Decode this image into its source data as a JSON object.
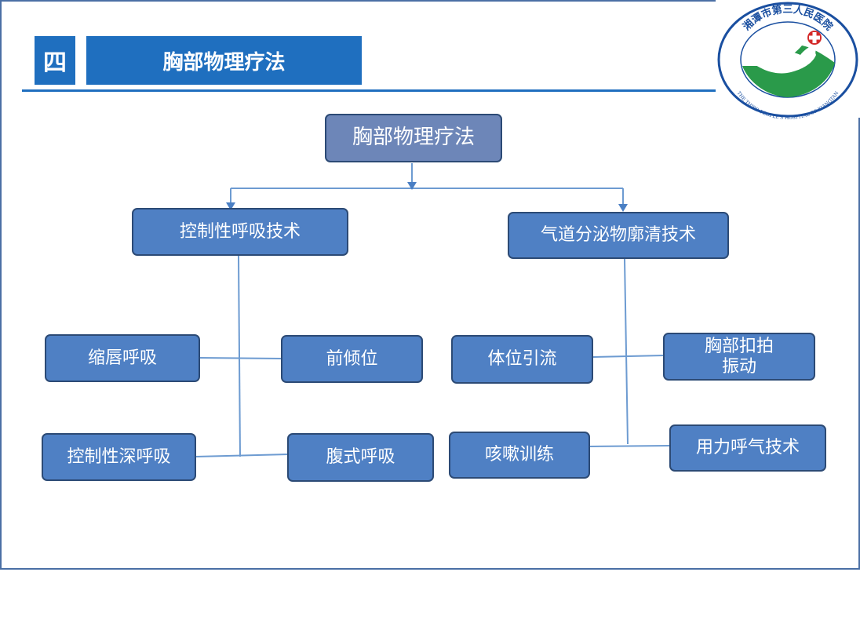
{
  "header": {
    "section_number": "四",
    "title": "胸部物理疗法"
  },
  "logo": {
    "ring_text_top": "湘潭市第三人民医院",
    "ring_text_bottom": "THE THIRD PEOPLE'S HOSPITAL OF XIANGTAN",
    "colors": {
      "ring": "#1a4fa0",
      "dove_field": "#2a9a4a",
      "cross": "#d42a2a"
    }
  },
  "diagram": {
    "root": "胸部物理疗法",
    "left_branch": {
      "title": "控制性呼吸技术",
      "items": [
        "缩唇呼吸",
        "前倾位",
        "控制性深呼吸",
        "腹式呼吸"
      ]
    },
    "right_branch": {
      "title": "气道分泌物廓清技术",
      "items": [
        "体位引流",
        "胸部扣拍\n振动",
        "咳嗽训练",
        "用力呼气技术"
      ]
    },
    "colors": {
      "node_fill": "#4f80c4",
      "root_fill": "#6d86b8",
      "border": "#2c4a75",
      "connector": "#6d9bd1"
    }
  }
}
